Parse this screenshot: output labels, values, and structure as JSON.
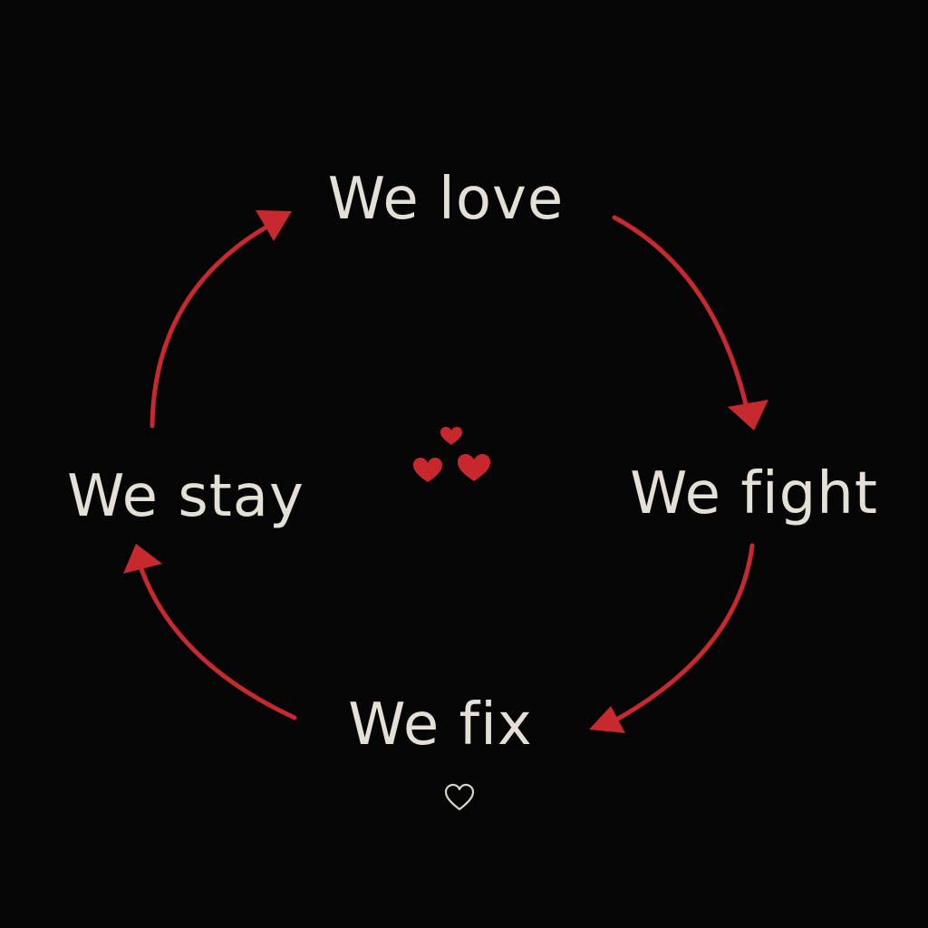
{
  "diagram": {
    "steps": [
      {
        "label": "We love"
      },
      {
        "label": "We fight"
      },
      {
        "label": "We fix"
      },
      {
        "label": "We stay"
      }
    ]
  },
  "colors": {
    "background": "#050505",
    "text": "#e4e0d6",
    "arrow": "#c62a2e",
    "heart": "#c8282d",
    "outline_heart": "#d8d4ca"
  },
  "icons": {
    "center": "hearts-cluster-icon",
    "bottom": "heart-outline-icon"
  }
}
